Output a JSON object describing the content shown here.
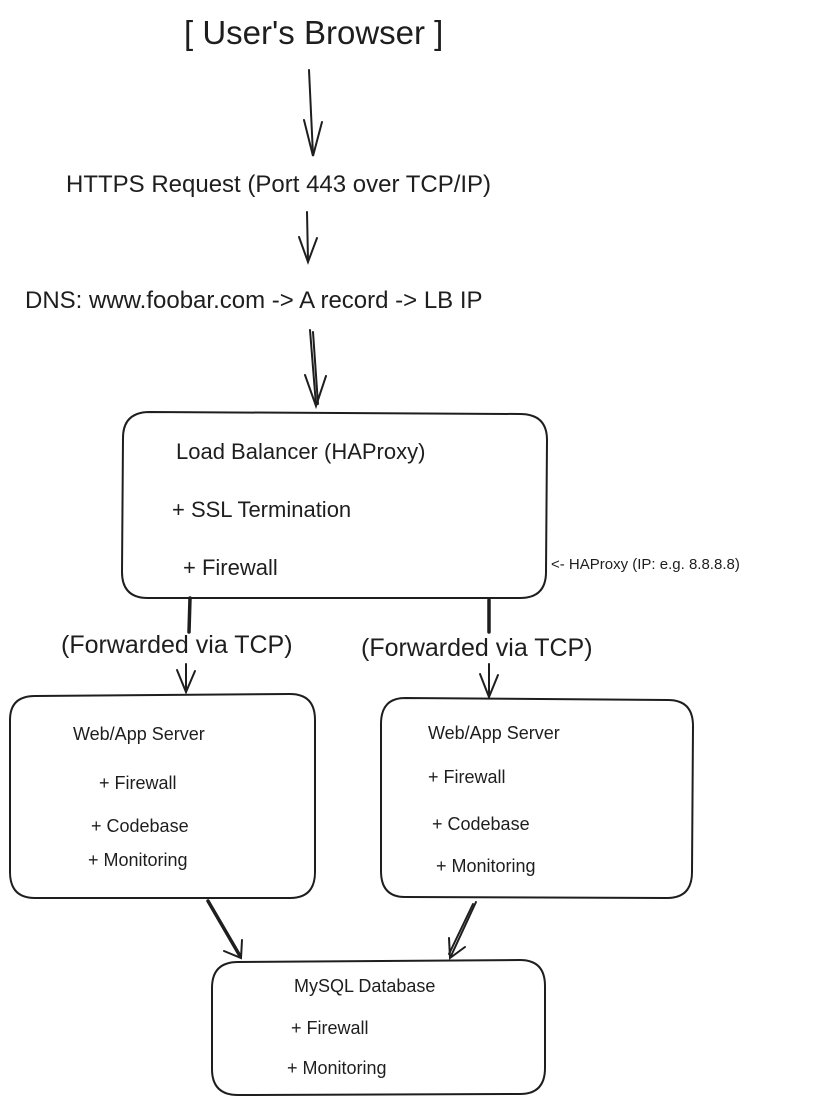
{
  "browser": {
    "label": "[ User's Browser ]"
  },
  "request": {
    "label": "HTTPS Request (Port 443 over TCP/IP)"
  },
  "dns": {
    "label": "DNS: www.foobar.com -> A record -> LB IP"
  },
  "load_balancer": {
    "title": "Load Balancer (HAProxy)",
    "items": [
      "+ SSL Termination",
      "+ Firewall"
    ],
    "note": "<-   HAProxy (IP: e.g. 8.8.8.8)"
  },
  "forward_labels": [
    "(Forwarded via TCP)",
    "(Forwarded via TCP)"
  ],
  "servers": [
    {
      "title": "Web/App Server",
      "items": [
        "+ Firewall",
        "+ Codebase",
        "+ Monitoring"
      ]
    },
    {
      "title": "Web/App Server",
      "items": [
        "+ Firewall",
        "+ Codebase",
        "+ Monitoring"
      ]
    }
  ],
  "database": {
    "title": "MySQL Database",
    "items": [
      "+ Firewall",
      "+ Monitoring"
    ]
  }
}
